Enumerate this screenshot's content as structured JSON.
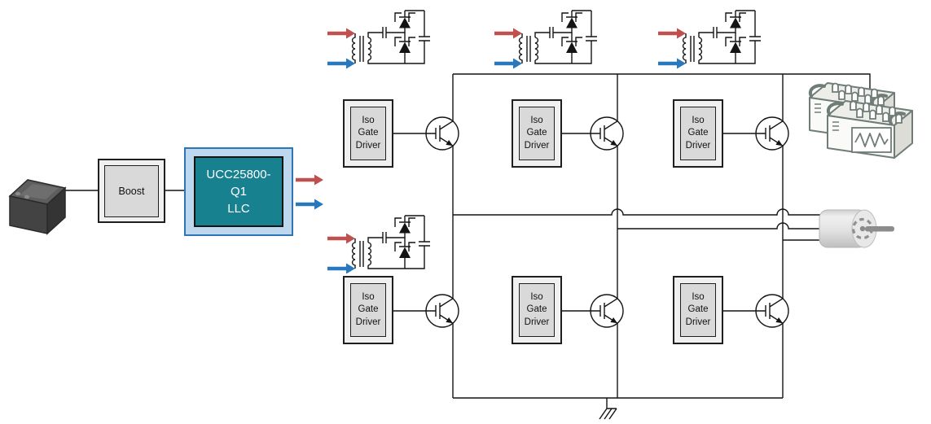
{
  "colors": {
    "wire": "#141414",
    "red": "#C0504D",
    "blue": "#2878BE",
    "teal": "#17818F",
    "llc_outer": "#BDD7EE",
    "llc_border": "#2E75B6",
    "box_outer": "#F0F0F0",
    "box_inner": "#D9D9D9",
    "box_border": "#1F1F1F",
    "pack_line": "#6F7C78"
  },
  "blocks": {
    "battery": {
      "icon": "car-battery-icon"
    },
    "boost": {
      "label": "Boost"
    },
    "llc": {
      "lines": [
        "UCC25800-",
        "Q1",
        "LLC"
      ]
    },
    "iso_gate_driver": {
      "lines": [
        "Iso",
        "Gate",
        "Driver"
      ],
      "count": 6
    },
    "igbt": {
      "icon": "igbt-transistor-icon",
      "count": 6
    },
    "bias_supply": {
      "icon": "transformer-rectifier-icon",
      "count": 4
    },
    "hv_battery_pack": {
      "icon": "hv-battery-pack-icon"
    },
    "motor": {
      "icon": "motor-icon"
    },
    "ground": {
      "icon": "chassis-ground-icon"
    },
    "arrows": {
      "red": "red-arrow-icon",
      "blue": "blue-arrow-icon"
    }
  }
}
